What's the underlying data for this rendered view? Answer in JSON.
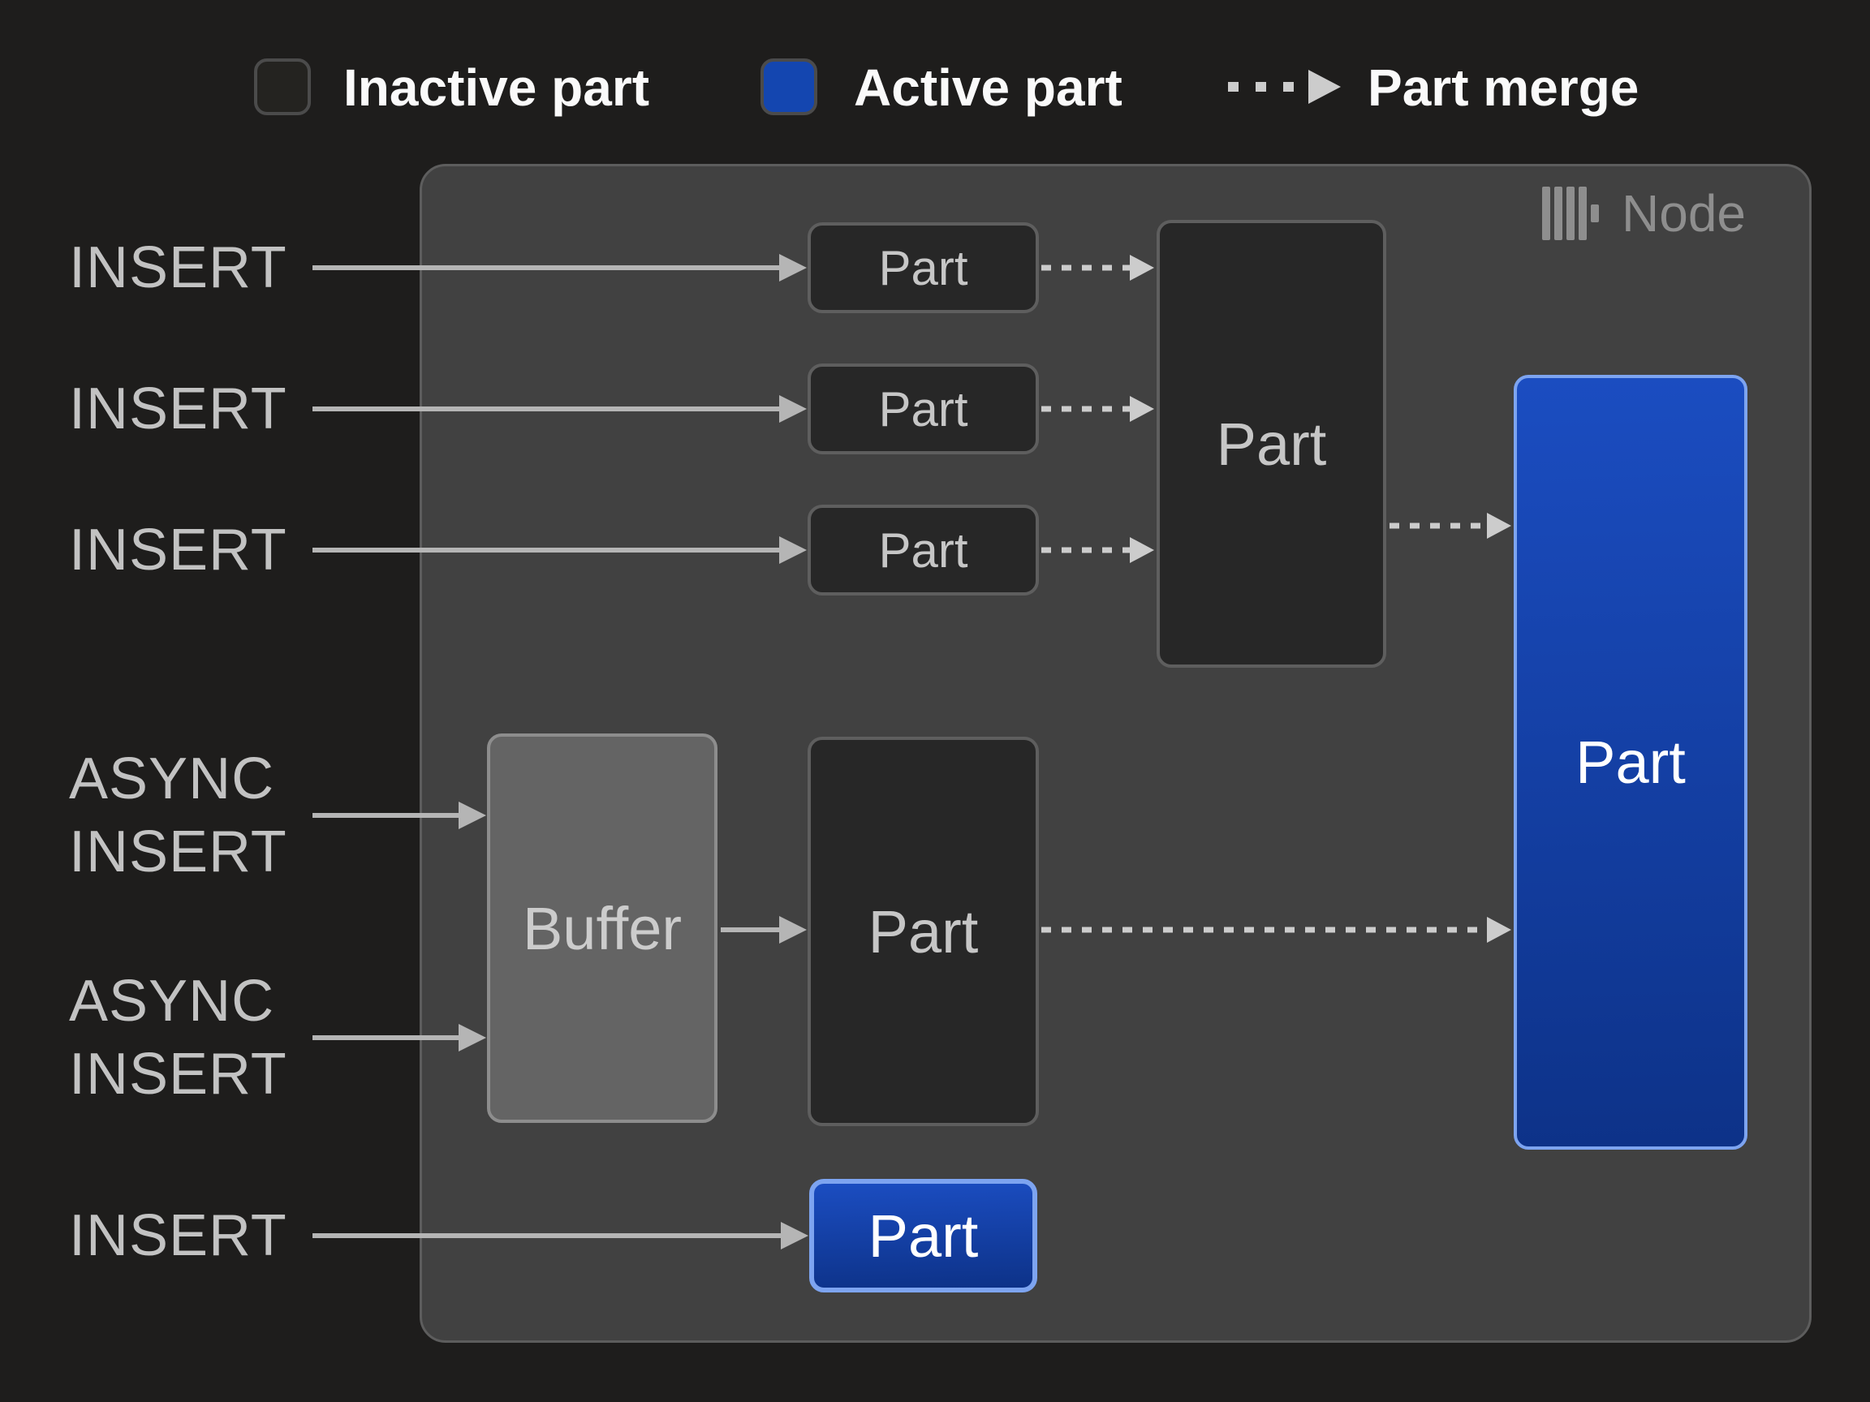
{
  "legend": {
    "inactive": {
      "label": "Inactive part"
    },
    "active": {
      "label": "Active part"
    },
    "merge": {
      "label": "Part merge"
    }
  },
  "node": {
    "title": "Node",
    "logo": "clickhouse-bars-logo"
  },
  "labels": {
    "insert_1": "INSERT",
    "insert_2": "INSERT",
    "insert_3": "INSERT",
    "async_1": {
      "line1": "ASYNC",
      "line2": "INSERT"
    },
    "async_2": {
      "line1": "ASYNC",
      "line2": "INSERT"
    },
    "insert_bottom": "INSERT"
  },
  "boxes": {
    "part_1": "Part",
    "part_2": "Part",
    "part_3": "Part",
    "merge_part": "Part",
    "buffer": "Buffer",
    "buffer_part": "Part",
    "active_part_large": "Part",
    "active_part_bottom": "Part"
  },
  "colors": {
    "background": "#1e1d1c",
    "node_fill": "#414141",
    "node_border": "#5d5d5d",
    "node_label": "#8e8e8e",
    "inactive_fill": "#272727",
    "inactive_border": "#5e5e5e",
    "box_text": "#c6c6c6",
    "buffer_fill": "#646464",
    "buffer_border": "#8d8d8d",
    "buffer_text": "#cccccc",
    "active_top": "#1b4dc1",
    "active_bottom": "#0d3288",
    "active_border": "#7da4f0",
    "legend_active_fill": "#1446b0",
    "legend_inactive_fill": "#242320",
    "legend_swatch_border": "#4b4b4b",
    "legend_text": "#fafafa",
    "label_text": "#c2c2c2",
    "arrow_solid": "#b5b5b5",
    "arrow_dashed": "#cccccc"
  }
}
